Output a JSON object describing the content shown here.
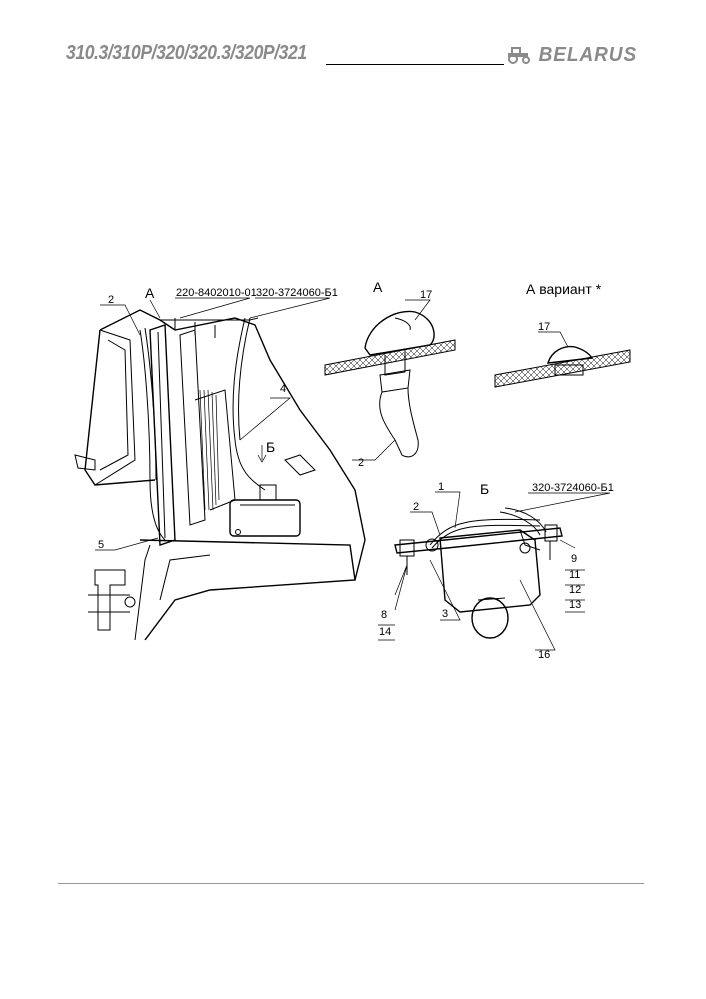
{
  "header": {
    "models": "310.3/310P/320/320.3/320P/321",
    "brand": "BELARUS",
    "brand_icon": "tractor-icon"
  },
  "figure": {
    "main_view": {
      "callout_A": "А",
      "callout_B": "Б",
      "part_code_1": "220-8402010-01",
      "part_code_2": "320-3724060-Б1",
      "labels": [
        "2",
        "4",
        "5"
      ]
    },
    "detail_A": {
      "title": "А",
      "labels": [
        "17",
        "2"
      ]
    },
    "detail_A_variant": {
      "title": "А вариант *",
      "labels": [
        "17"
      ]
    },
    "detail_B": {
      "title": "Б",
      "part_code": "320-3724060-Б1",
      "labels": [
        "1",
        "2",
        "9",
        "11",
        "12",
        "13",
        "8",
        "14",
        "3",
        "16"
      ]
    }
  }
}
